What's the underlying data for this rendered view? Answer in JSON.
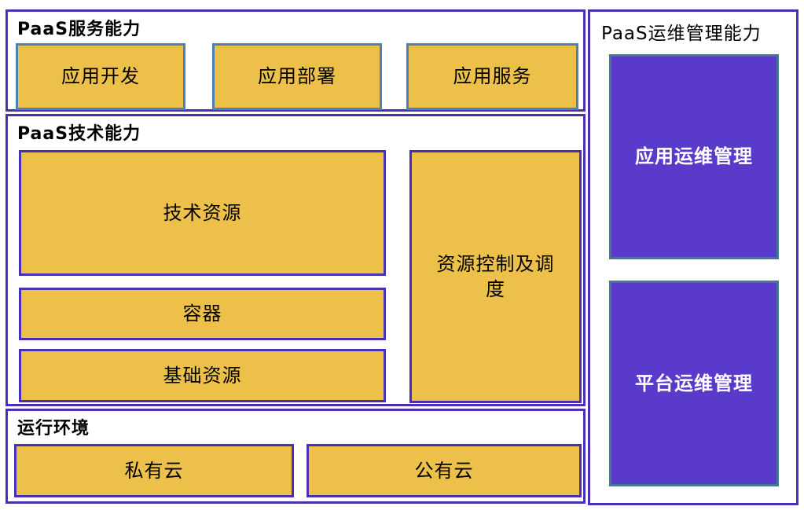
{
  "diagram": {
    "sections": {
      "service": {
        "title": "PaaS服务能力",
        "boxes": [
          "应用开发",
          "应用部署",
          "应用服务"
        ]
      },
      "tech": {
        "title": "PaaS技术能力",
        "stack_boxes": [
          "技术资源",
          "容器",
          "基础资源"
        ],
        "side_box": "资源控制及调度"
      },
      "runtime": {
        "title": "运行环境",
        "boxes": [
          "私有云",
          "公有云"
        ]
      },
      "ops": {
        "title": "PaaS运维管理能力",
        "boxes": [
          "应用运维管理",
          "平台运维管理"
        ]
      }
    },
    "colors": {
      "section_border": "#4a2fb4",
      "gold_fill": "#edc04a",
      "gold_box_border_blue": "#4e80b8",
      "gold_box_border_purple": "#4a2fb4",
      "ops_box_fill": "#5a3acb",
      "ops_box_border": "#3f7a8f",
      "ops_box_text": "#ffffff",
      "text": "#000000"
    }
  }
}
